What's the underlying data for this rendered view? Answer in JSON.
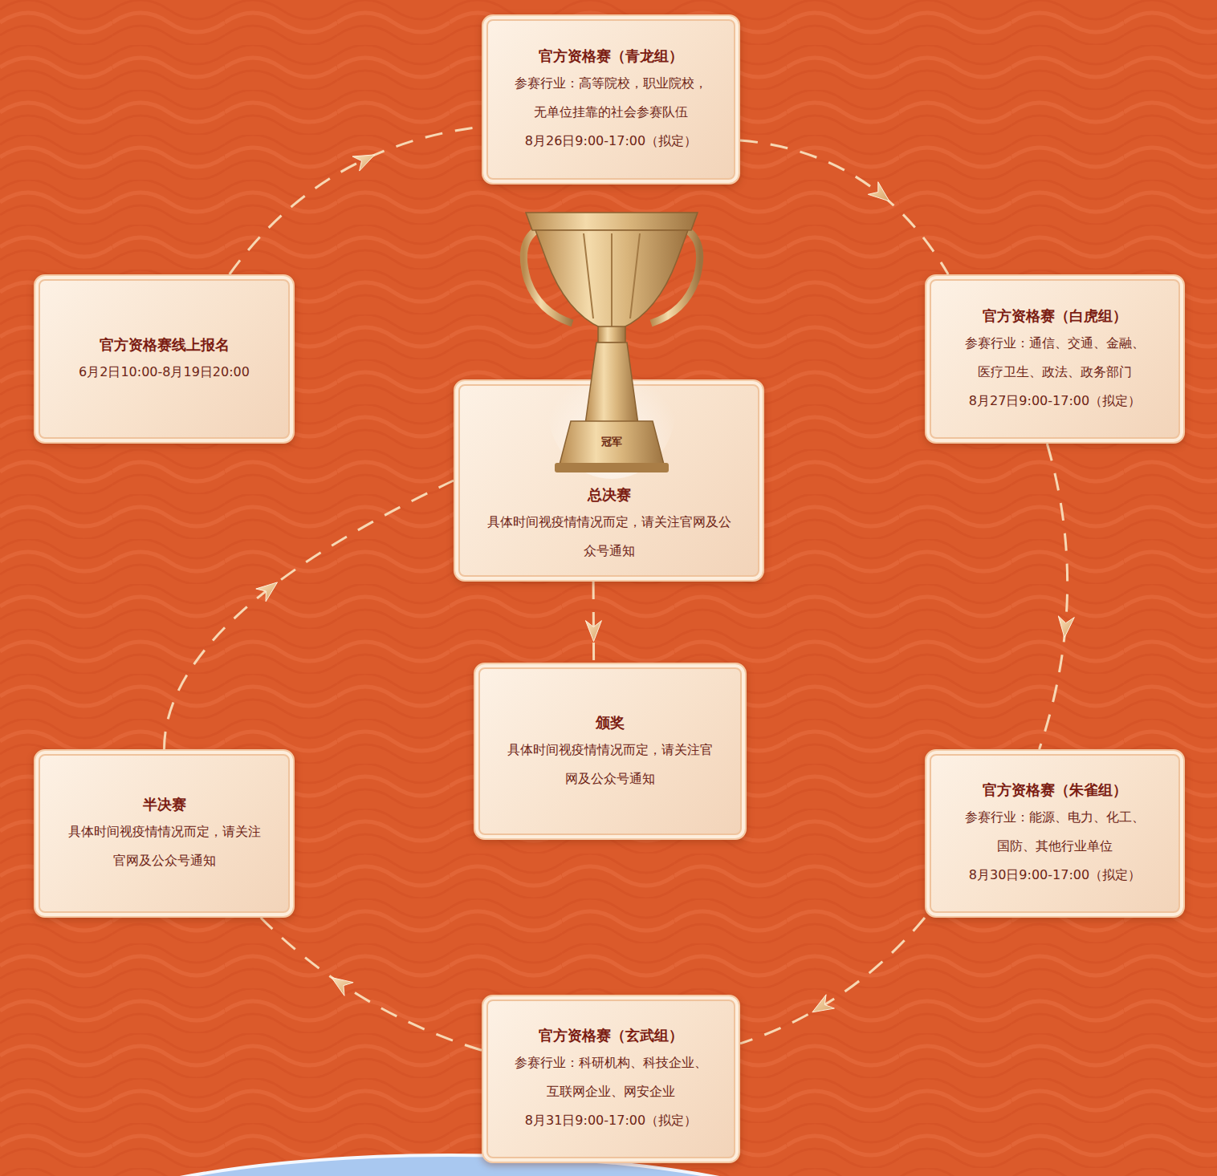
{
  "diagram": {
    "nodes": [
      {
        "text": [
          "官方资格赛（青龙组）",
          "参赛行业：高等院校，职业院校， 无单位挂靠的社会参赛队伍",
          "8月26日9:00-17:00（拟定）"
        ]
      },
      {
        "text": [
          "官方资格赛线上报名",
          "6月2日10:00-8月19日20:00"
        ]
      },
      {
        "text": [
          "官方资格赛（白虎组）",
          "参赛行业：通信、交通、金融、 医疗卫生、政法、政务部门",
          "8月27日9:00-17:00（拟定）"
        ]
      },
      {
        "text": [
          "总决赛",
          "具体时间视疫情情况而定，请关注官网及公 众号通知"
        ]
      },
      {
        "text": [
          "颁奖",
          "具体时间视疫情情况而定，请关注官 网及公众号通知"
        ]
      },
      {
        "text": [
          "半决赛",
          "具体时间视疫情情况而定，请关注 官网及公众号通知"
        ]
      },
      {
        "text": [
          "官方资格赛（朱雀组）",
          "参赛行业：能源、电力、化工、 国防、其他行业单位",
          "8月30日9:00-17:00（拟定）"
        ]
      },
      {
        "text": [
          "官方资格赛（玄武组）",
          "参赛行业：科研机构、科技企业、 互联网企业、网安企业",
          "8月31日9:00-17:00（拟定）"
        ]
      }
    ],
    "edges": [
      {
        "from": 1,
        "to": 0,
        "arrow": "to"
      },
      {
        "from": 0,
        "to": 2,
        "arrow": "to"
      },
      {
        "from": 2,
        "to": 6,
        "arrow": "to"
      },
      {
        "from": 6,
        "to": 7,
        "arrow": "to"
      },
      {
        "from": 7,
        "to": 5,
        "arrow": "to"
      },
      {
        "from": 5,
        "to": 3,
        "arrow": "to"
      },
      {
        "from": 3,
        "to": 4,
        "arrow": "to"
      }
    ],
    "labels": [
      "冠军"
    ]
  }
}
